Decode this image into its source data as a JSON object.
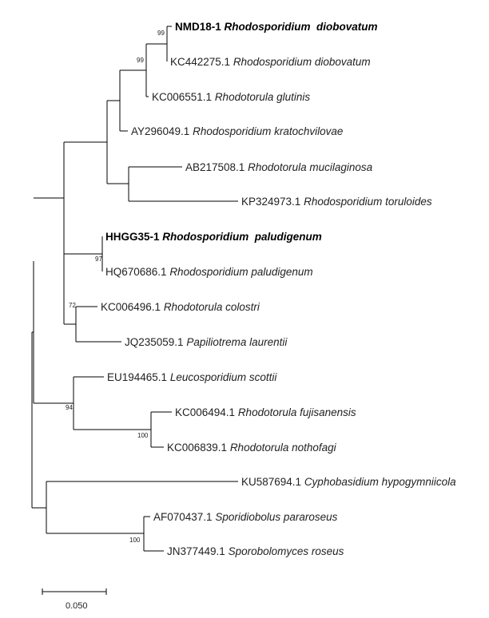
{
  "tree": {
    "taxa": [
      {
        "accession": "NMD18-1",
        "species": "Rhodosporidium  diobovatum",
        "bold": true
      },
      {
        "accession": "KC442275.1",
        "species": "Rhodosporidium diobovatum",
        "bold": false
      },
      {
        "accession": "KC006551.1",
        "species": "Rhodotorula glutinis",
        "bold": false
      },
      {
        "accession": "AY296049.1",
        "species": "Rhodosporidium kratochvilovae",
        "bold": false
      },
      {
        "accession": "AB217508.1",
        "species": "Rhodotorula mucilaginosa",
        "bold": false
      },
      {
        "accession": "KP324973.1",
        "species": "Rhodosporidium toruloides",
        "bold": false
      },
      {
        "accession": "HHGG35-1",
        "species": "Rhodosporidium  paludigenum",
        "bold": true
      },
      {
        "accession": "HQ670686.1",
        "species": "Rhodosporidium paludigenum",
        "bold": false
      },
      {
        "accession": "KC006496.1",
        "species": "Rhodotorula colostri",
        "bold": false
      },
      {
        "accession": "JQ235059.1",
        "species": "Papiliotrema laurentii",
        "bold": false
      },
      {
        "accession": "EU194465.1",
        "species": "Leucosporidium scottii",
        "bold": false
      },
      {
        "accession": "KC006494.1",
        "species": "Rhodotorula fujisanensis",
        "bold": false
      },
      {
        "accession": "KC006839.1",
        "species": "Rhodotorula nothofagi",
        "bold": false
      },
      {
        "accession": "KU587694.1",
        "species": "Cyphobasidium hypogymniicola",
        "bold": false
      },
      {
        "accession": "AF070437.1",
        "species": "Sporidiobolus pararoseus",
        "bold": false
      },
      {
        "accession": "JN377449.1",
        "species": "Sporobolomyces roseus",
        "bold": false
      }
    ],
    "bootstrap_values": [
      "99",
      "99",
      "97",
      "72",
      "94",
      "100",
      "100"
    ],
    "scale_bar_label": "0.050"
  }
}
